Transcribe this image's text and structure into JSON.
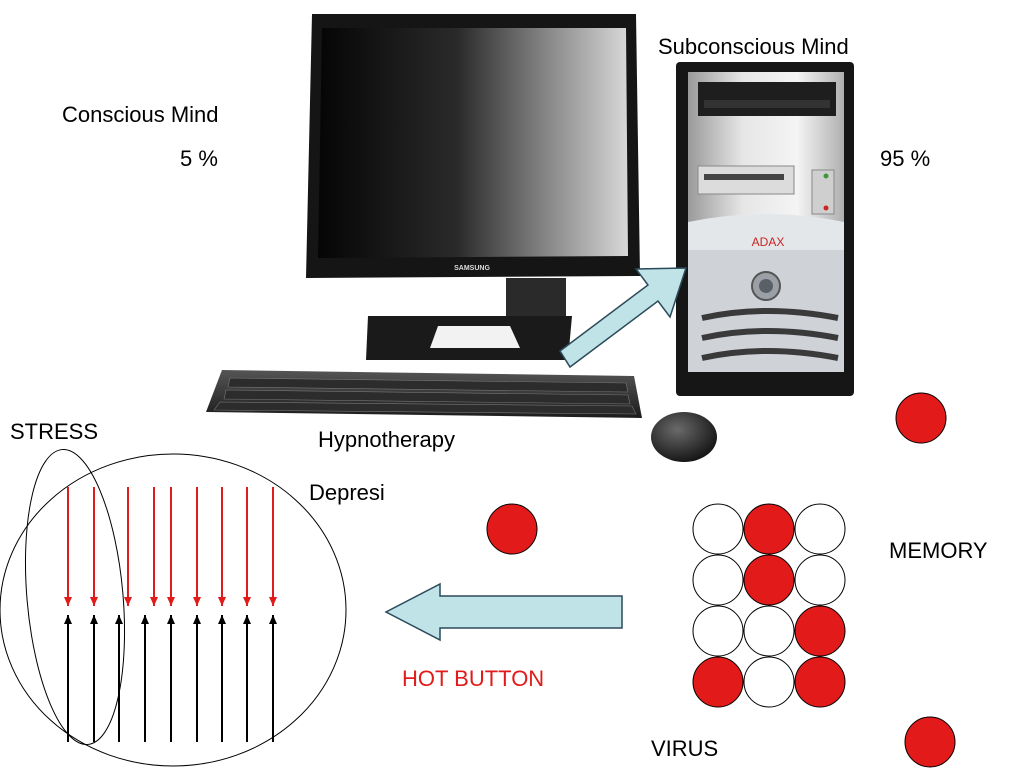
{
  "labels": {
    "conscious_mind": "Conscious Mind",
    "conscious_percent": "5 %",
    "subconscious_mind": "Subconscious Mind",
    "subconscious_percent": "95 %",
    "stress": "STRESS",
    "hypnotherapy": "Hypnotherapy",
    "depresi": "Depresi",
    "memory": "MEMORY",
    "hot_button": "HOT BUTTON",
    "virus": "VIRUS"
  },
  "computer": {
    "monitor_brand": "SAMSUNG",
    "tower_brand": "ADAX"
  },
  "memory_grid": {
    "rows": [
      [
        false,
        true,
        false
      ],
      [
        false,
        true,
        false
      ],
      [
        false,
        false,
        true
      ],
      [
        true,
        false,
        true
      ]
    ]
  },
  "colors": {
    "accent_red": "#e21a1a",
    "arrow_fill": "#bfe3e6",
    "arrow_stroke": "#2b4a5a",
    "down_arrow": "#e21a1a",
    "up_arrow": "#000000"
  }
}
